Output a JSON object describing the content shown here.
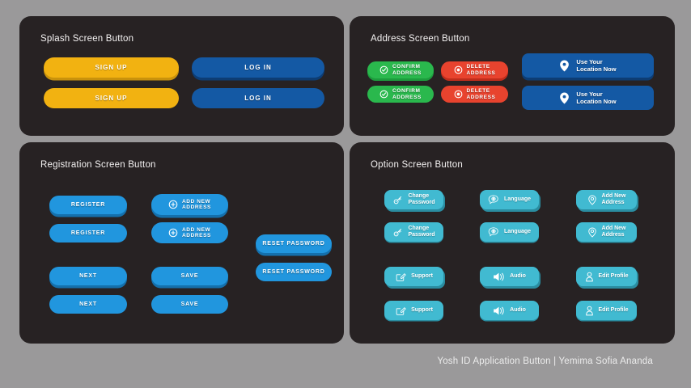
{
  "footer": {
    "credit": "Yosh ID Application Button | Yemima Sofia Ananda"
  },
  "splash": {
    "title": "Splash Screen Button",
    "sign_up": "SIGN UP",
    "log_in": "LOG IN"
  },
  "address": {
    "title": "Address Screen Button",
    "confirm": {
      "line1": "CONFIRM",
      "line2": "ADDRESS"
    },
    "delete": {
      "line1": "DELETE",
      "line2": "ADDRESS"
    },
    "location": {
      "line1": "Use Your",
      "line2": "Location Now"
    }
  },
  "registration": {
    "title": "Registration Screen Button",
    "register": "REGISTER",
    "add_new": {
      "line1": "ADD NEW",
      "line2": "ADDRESS"
    },
    "reset_password": "RESET PASSWORD",
    "next": "NEXT",
    "save": "SAVE"
  },
  "option": {
    "title": "Option Screen Button",
    "change_password": {
      "line1": "Change",
      "line2": "Password"
    },
    "language": "Language",
    "add_new_address": {
      "line1": "Add New",
      "line2": "Address"
    },
    "support": "Support",
    "audio": "Audio",
    "edit_profile": "Edit Profile"
  },
  "icons": {
    "confirm": "check-circle-icon",
    "delete": "record-circle-icon",
    "location": "map-pin-icon",
    "add_new": "plus-circle-icon",
    "change_password": "key-icon",
    "language": "globe-chat-icon",
    "add_new_address": "map-pin-outline-icon",
    "support": "edit-box-icon",
    "audio": "speaker-icon",
    "edit_profile": "person-icon"
  },
  "colors": {
    "background": "#9a999a",
    "panel": "#272223",
    "yellow": "#f2b211",
    "navy": "#1459a4",
    "green": "#2ab84d",
    "red": "#e8432e",
    "blue": "#2196de",
    "teal": "#41bad1"
  }
}
